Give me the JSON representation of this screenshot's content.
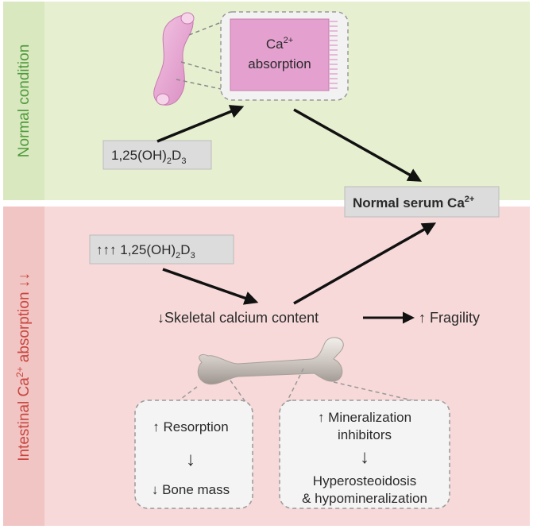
{
  "panels": {
    "top_label": "Normal condition",
    "bottom_label_prefix": "Intestinal Ca",
    "bottom_label_sup": "2+",
    "bottom_label_suffix": " absorption ",
    "bottom_label_arrows": "↓↓"
  },
  "nodes": {
    "ca_absorption_line1": "Ca",
    "ca_absorption_sup": "2+",
    "ca_absorption_line2": "absorption",
    "vitd_normal_a": "1,25(OH)",
    "vitd_normal_sub1": "2",
    "vitd_normal_b": "D",
    "vitd_normal_sub2": "3",
    "normal_serum": "Normal serum Ca",
    "normal_serum_sup": "2+",
    "vitd_high_arrows": "↑↑↑",
    "vitd_high_a": "1,25(OH)",
    "vitd_high_sub1": "2",
    "vitd_high_b": "D",
    "vitd_high_sub2": "3",
    "skeletal_calcium": "↓Skeletal calcium content",
    "fragility": "↑ Fragility"
  },
  "boxes": {
    "left": {
      "line1": "↑ Resorption",
      "arrow": "↓",
      "line2": "↓ Bone mass"
    },
    "right": {
      "line1": "↑ Mineralization",
      "line2": "inhibitors",
      "arrow": "↓",
      "line3": "Hyperosteoidosis",
      "line4": "& hypomineralization"
    }
  },
  "colors": {
    "normal_bg": "#e6f0d0",
    "normal_label": "#4e9a3c",
    "deficient_bg": "#f6d9d8",
    "deficient_label": "#c9453f",
    "intestine": "#e8a4d2",
    "serum_text": "#2d3a55"
  }
}
